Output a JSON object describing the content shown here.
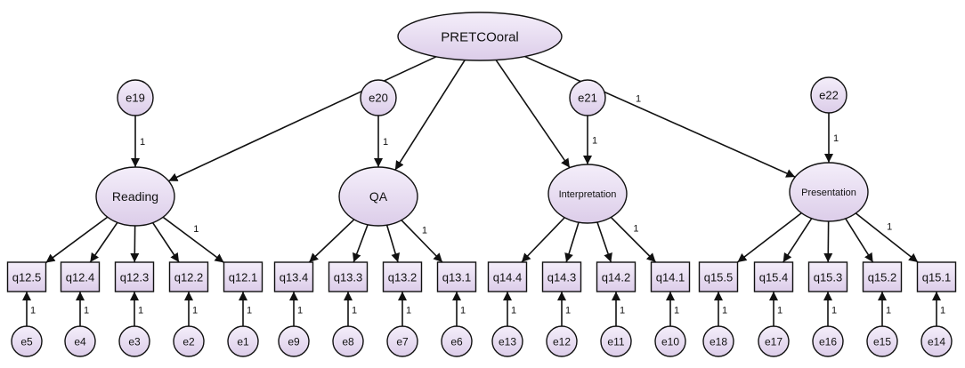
{
  "diagram": {
    "colors": {
      "node_fill_top": "#f4eefa",
      "node_fill_bottom": "#dccde9",
      "stroke": "#111111"
    },
    "top_factor": "PRETCOoral",
    "factors": [
      "Reading",
      "QA",
      "Interpretation",
      "Presentation"
    ],
    "factor_errors": [
      "e19",
      "e20",
      "e21",
      "e22"
    ],
    "indicators": [
      "q12.5",
      "q12.4",
      "q12.3",
      "q12.2",
      "q12.1",
      "q13.4",
      "q13.3",
      "q13.2",
      "q13.1",
      "q14.4",
      "q14.3",
      "q14.2",
      "q14.1",
      "q15.5",
      "q15.4",
      "q15.3",
      "q15.2",
      "q15.1"
    ],
    "indicator_errors": [
      "e5",
      "e4",
      "e3",
      "e2",
      "e1",
      "e9",
      "e8",
      "e7",
      "e6",
      "e13",
      "e12",
      "e11",
      "e10",
      "e18",
      "e17",
      "e16",
      "e15",
      "e14"
    ],
    "fixed_loading_label": "1"
  }
}
